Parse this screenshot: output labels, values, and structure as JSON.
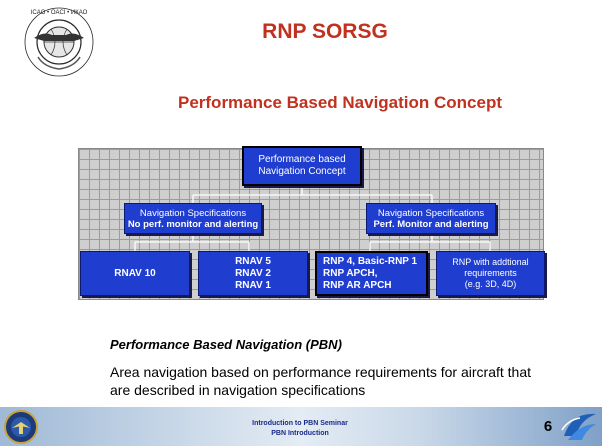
{
  "header": {
    "title": "RNP SORSG",
    "subtitle": "Performance Based Navigation Concept",
    "logo_text": "ICAO • OACI • ИКАО"
  },
  "diagram": {
    "root": {
      "line1": "Performance based",
      "line2": "Navigation Concept"
    },
    "specs": [
      {
        "line1": "Navigation Specifications",
        "line2": "No perf. monitor and alerting"
      },
      {
        "line1": "Navigation Specifications",
        "line2": "Perf. Monitor and alerting"
      }
    ],
    "leaves": [
      {
        "line1": "RNAV 10"
      },
      {
        "line1": "RNAV 5",
        "line2": "RNAV 2",
        "line3": "RNAV 1"
      },
      {
        "line1": "RNP 4, Basic-RNP 1",
        "line2": "RNP APCH,",
        "line3": "RNP AR APCH"
      },
      {
        "line1": "RNP with addtional",
        "line2": "requirements",
        "line3": "(e.g. 3D, 4D)"
      }
    ]
  },
  "content": {
    "heading": "Performance Based Navigation (PBN)",
    "body": "Area navigation based on performance requirements for aircraft that are described in navigation specifications"
  },
  "footer": {
    "line1": "Introduction to PBN Seminar",
    "line2": "PBN Introduction",
    "page_number": "6"
  },
  "colors": {
    "title_red": "#c0311f",
    "box_blue": "#1f3ecf",
    "grid_gray": "#cfcfcf",
    "footer_text": "#1a2a8a"
  },
  "icons": [
    "icao-logo-icon",
    "faa-logo-icon",
    "eurocontrol-logo-icon"
  ]
}
